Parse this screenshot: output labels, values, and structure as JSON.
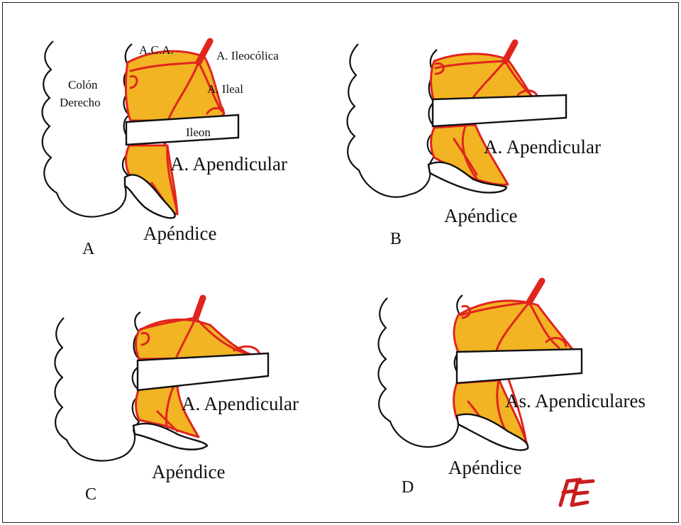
{
  "panels": {
    "A": {
      "letter": "A",
      "aca": "A.C.A.",
      "ileocolica": "A. Ileocólica",
      "ileal": "A. Ileal",
      "colon1": "Colón",
      "colon2": "Derecho",
      "ileon": "Ileon",
      "apendicular": "A. Apendicular",
      "apendice": "Apéndice"
    },
    "B": {
      "letter": "B",
      "apendicular": "A. Apendicular",
      "apendice": "Apéndice"
    },
    "C": {
      "letter": "C",
      "apendicular": "A. Apendicular",
      "apendice": "Apéndice"
    },
    "D": {
      "letter": "D",
      "apendiculares": "As. Apendiculares",
      "apendice": "Apéndice"
    }
  },
  "signature": "FE",
  "colors": {
    "mesentery": "#F2B423",
    "artery": "#E0251E",
    "outline": "#111111"
  }
}
